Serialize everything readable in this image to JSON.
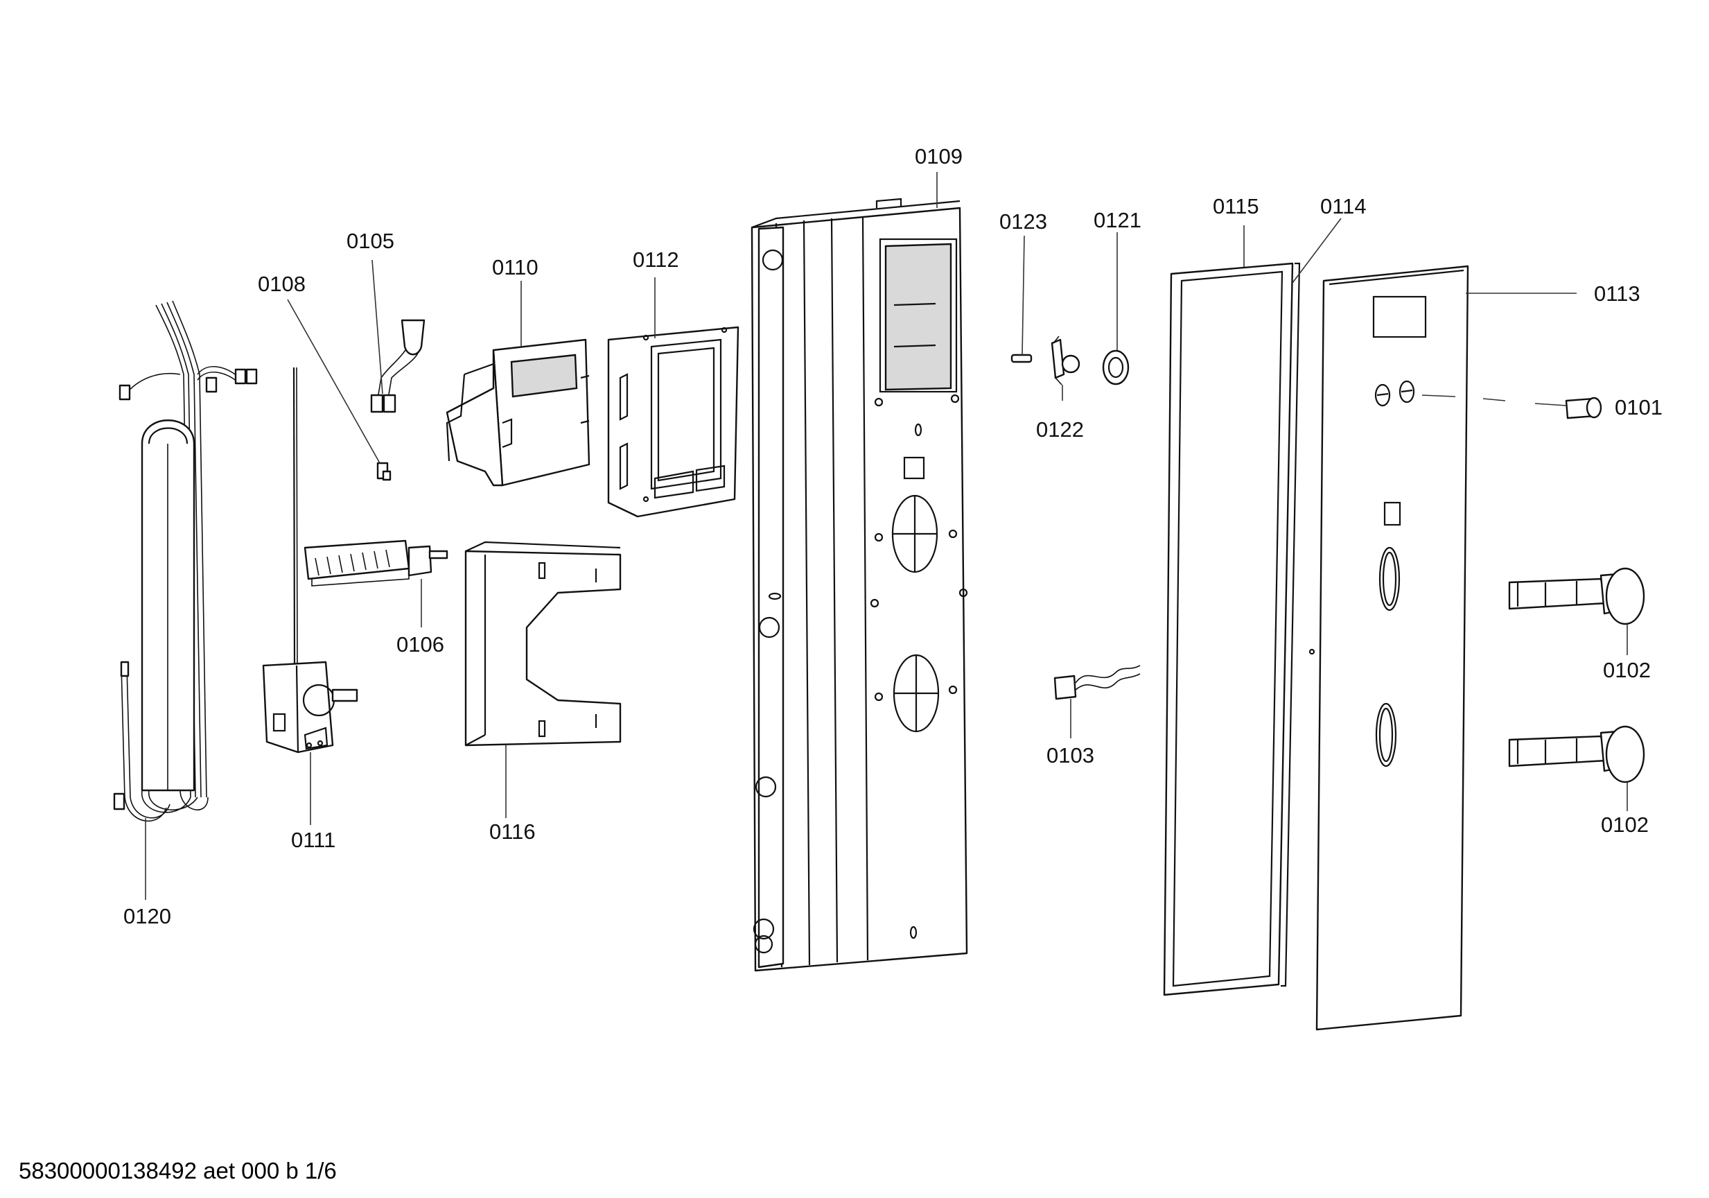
{
  "parts": [
    {
      "id": "p0101",
      "label": "0101"
    },
    {
      "id": "p0102a",
      "label": "0102"
    },
    {
      "id": "p0102b",
      "label": "0102"
    },
    {
      "id": "p0103",
      "label": "0103"
    },
    {
      "id": "p0105",
      "label": "0105"
    },
    {
      "id": "p0106",
      "label": "0106"
    },
    {
      "id": "p0108",
      "label": "0108"
    },
    {
      "id": "p0109",
      "label": "0109"
    },
    {
      "id": "p0110",
      "label": "0110"
    },
    {
      "id": "p0111",
      "label": "0111"
    },
    {
      "id": "p0112",
      "label": "0112"
    },
    {
      "id": "p0113",
      "label": "0113"
    },
    {
      "id": "p0114",
      "label": "0114"
    },
    {
      "id": "p0115",
      "label": "0115"
    },
    {
      "id": "p0116",
      "label": "0116"
    },
    {
      "id": "p0120",
      "label": "0120"
    },
    {
      "id": "p0121",
      "label": "0121"
    },
    {
      "id": "p0122",
      "label": "0122"
    },
    {
      "id": "p0123",
      "label": "0123"
    }
  ],
  "footer": "58300000138492 aet 000 b 1/6"
}
